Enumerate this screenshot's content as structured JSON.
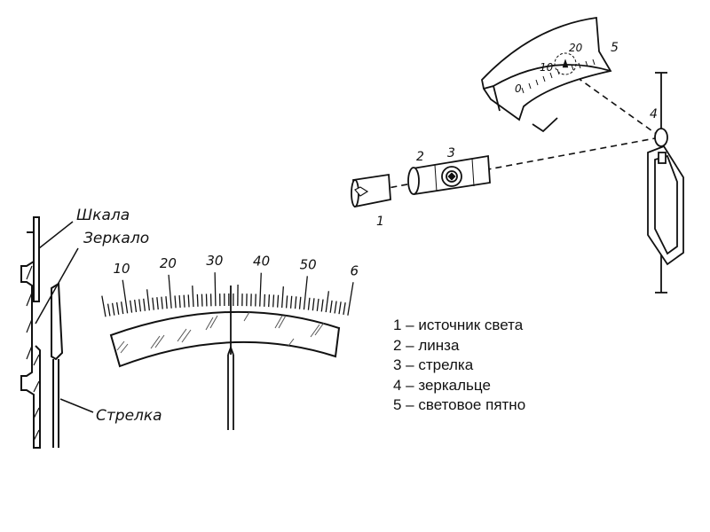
{
  "left_figure": {
    "labels": {
      "scale": "Шкала",
      "mirror": "Зеркало",
      "needle": "Стрелка"
    },
    "scale_ticks": [
      "10",
      "20",
      "30",
      "40",
      "50",
      "6"
    ]
  },
  "right_figure": {
    "part_numbers": [
      "1",
      "2",
      "3",
      "4",
      "5"
    ],
    "scale_ticks": [
      "0",
      "10",
      "20"
    ]
  },
  "legend": [
    "1 – источник света",
    "2 – линза",
    "3 – стрелка",
    "4 – зеркальце",
    "5 – световое пятно"
  ]
}
